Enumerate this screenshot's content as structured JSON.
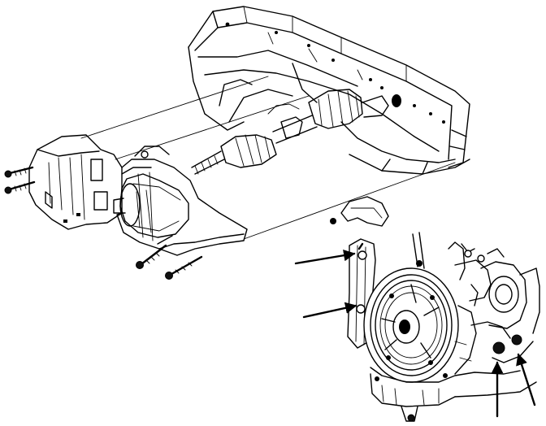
{
  "figure": {
    "type": "technical-line-drawing",
    "views": [
      {
        "name": "exploded-view",
        "parts": [
          "frame-rail",
          "axle-shaft-boot",
          "splash-shield",
          "mounting-bolt"
        ]
      },
      {
        "name": "detail-view",
        "parts": [
          "crankshaft-pulley",
          "bracket",
          "mounting-bolt"
        ]
      }
    ],
    "callout_arrow_count": 4,
    "colors": {
      "ink": "#000000",
      "paper": "#ffffff"
    }
  }
}
